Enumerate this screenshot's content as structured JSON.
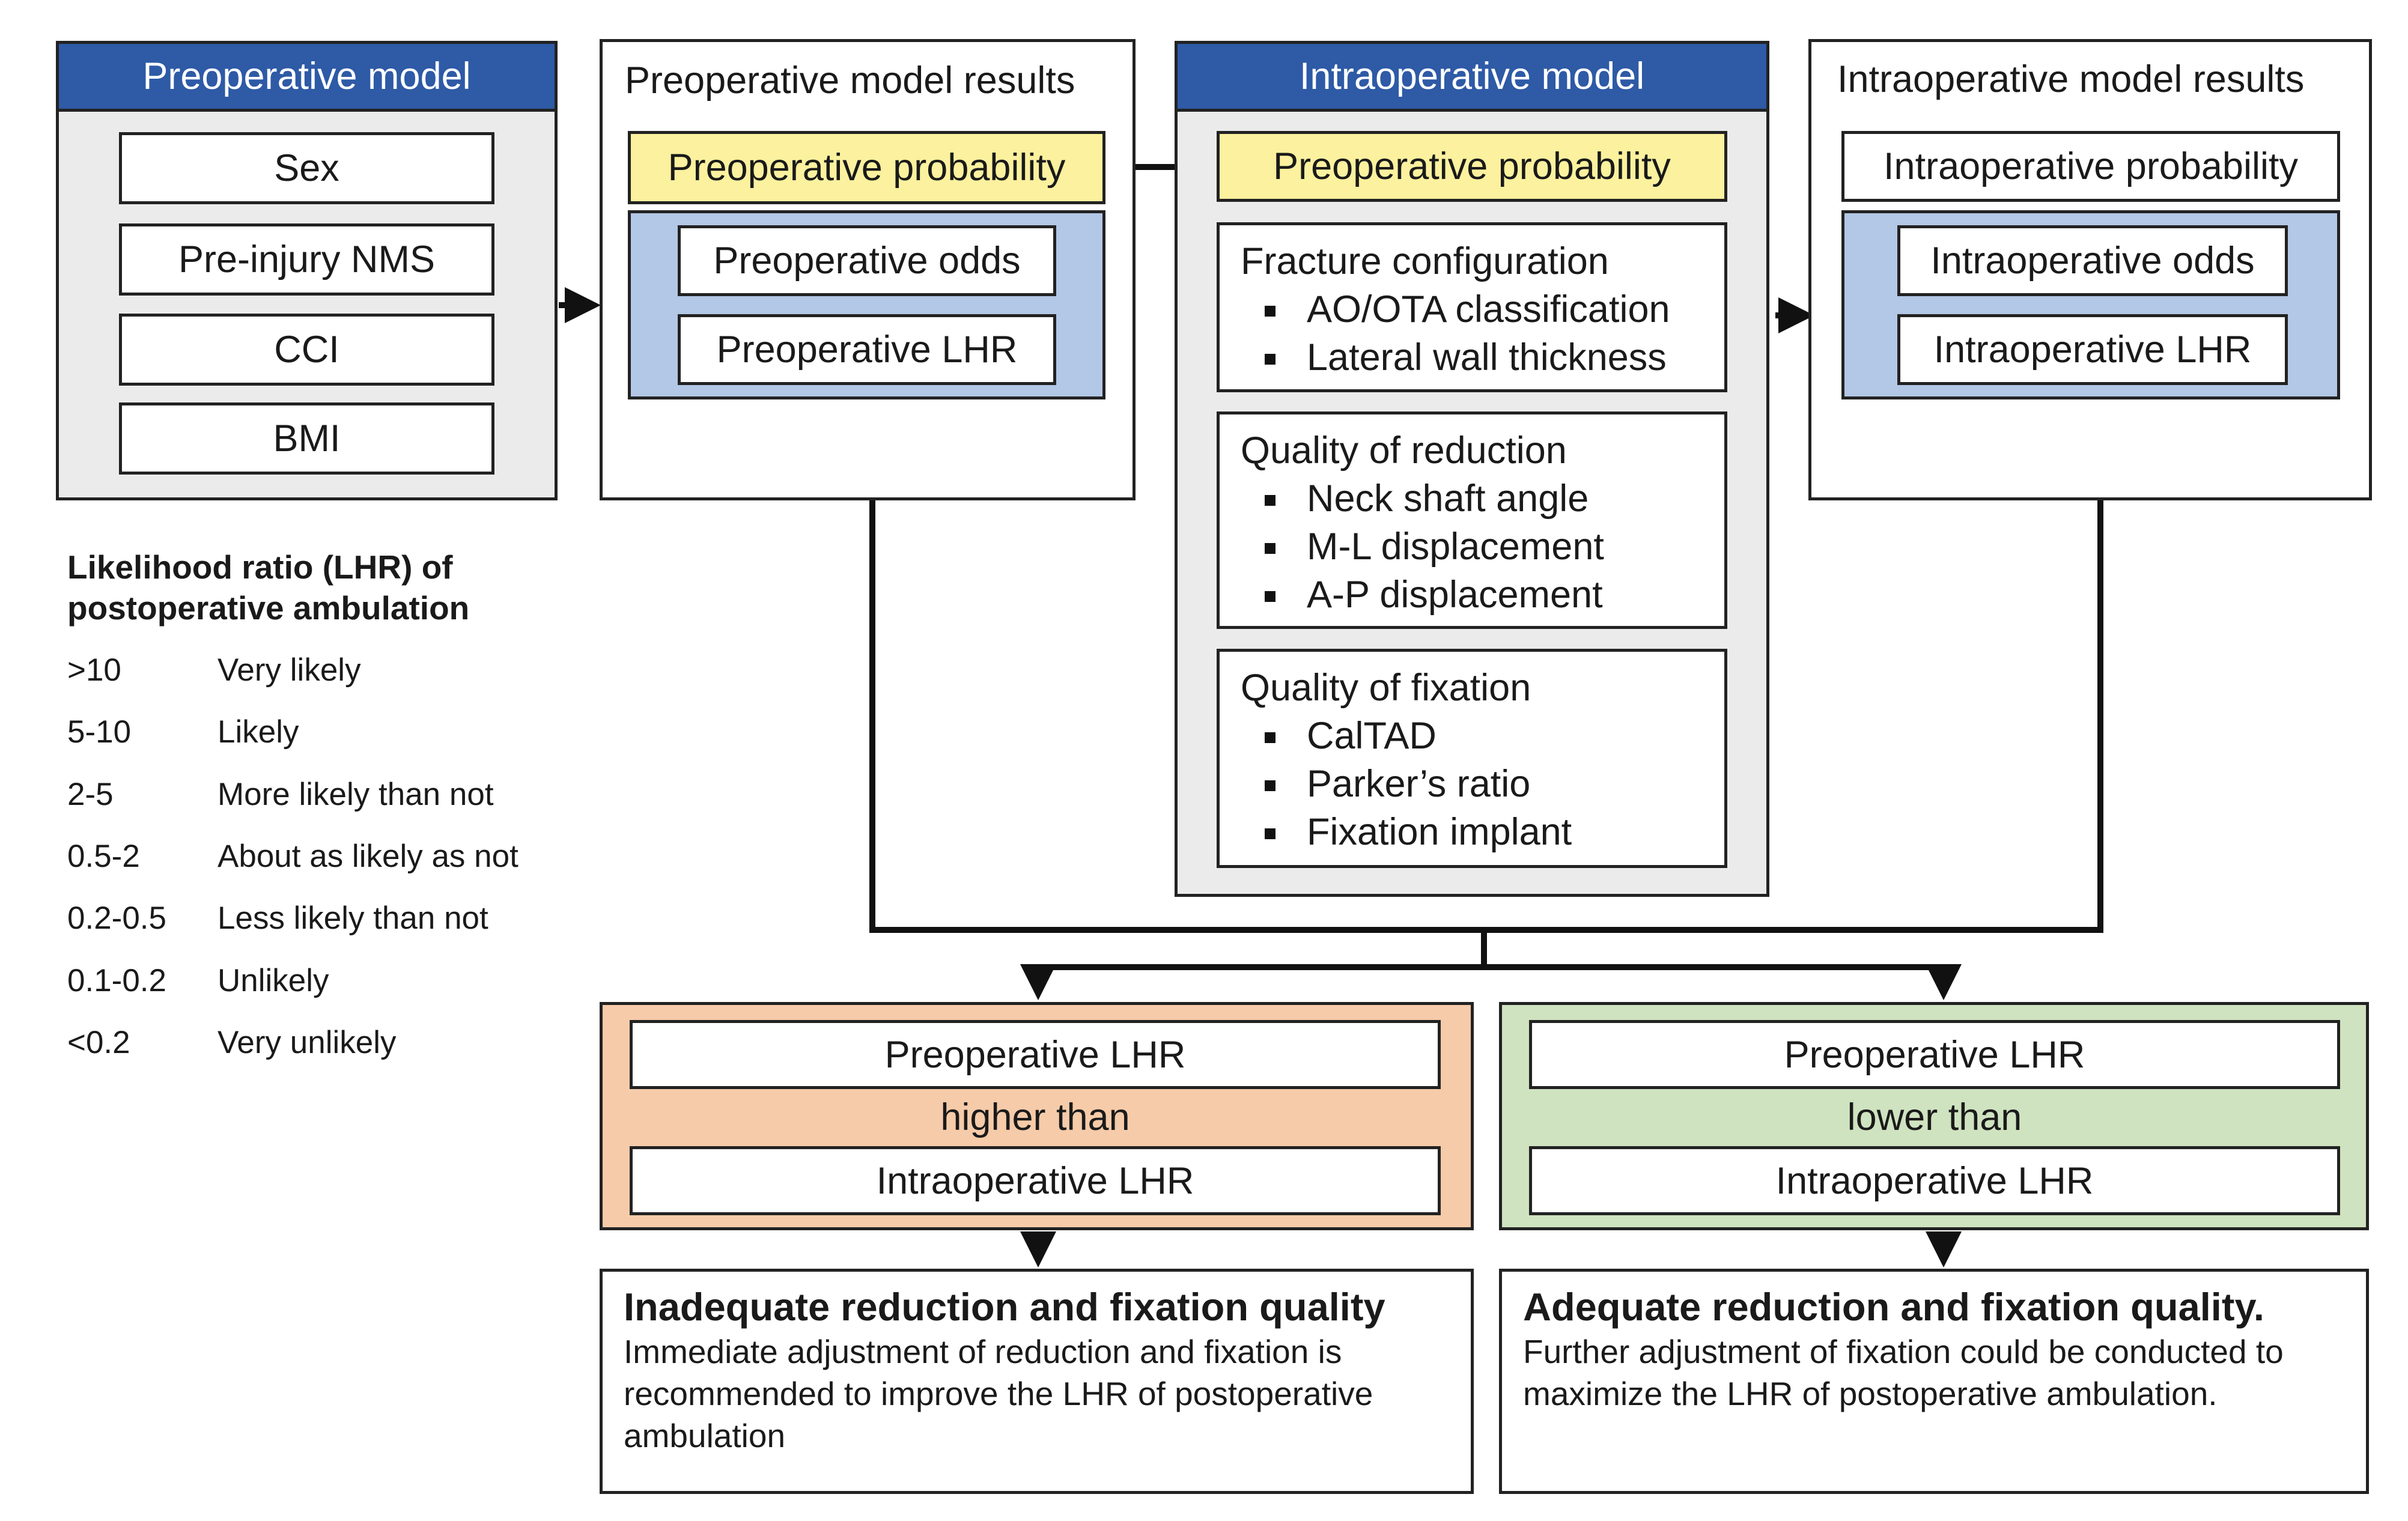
{
  "preop_model": {
    "header": "Preoperative model",
    "items": [
      "Sex",
      "Pre-injury NMS",
      "CCI",
      "BMI"
    ]
  },
  "preop_results": {
    "title": "Preoperative model results",
    "probability": "Preoperative probability",
    "odds": "Preoperative odds",
    "lhr": "Preoperative LHR"
  },
  "intraop_model": {
    "header": "Intraoperative model",
    "probability": "Preoperative probability",
    "groups": [
      {
        "title": "Fracture configuration",
        "items": [
          "AO/OTA classification",
          "Lateral wall thickness"
        ]
      },
      {
        "title": "Quality of reduction",
        "items": [
          "Neck shaft angle",
          "M-L displacement",
          "A-P displacement"
        ]
      },
      {
        "title": "Quality of fixation",
        "items": [
          "CalTAD",
          "Parker’s ratio",
          "Fixation implant"
        ]
      }
    ]
  },
  "intraop_results": {
    "title": "Intraoperative model results",
    "probability": "Intraoperative  probability",
    "odds": "Intraoperative odds",
    "lhr": "Intraoperative LHR"
  },
  "legend": {
    "title_line1": "Likelihood ratio (LHR) of",
    "title_line2": "postoperative ambulation",
    "rows": [
      {
        "range": ">10",
        "label": "Very likely"
      },
      {
        "range": "5-10",
        "label": "Likely"
      },
      {
        "range": "2-5",
        "label": "More likely than not"
      },
      {
        "range": "0.5-2",
        "label": "About as likely as not"
      },
      {
        "range": "0.2-0.5",
        "label": "Less likely than not"
      },
      {
        "range": "0.1-0.2",
        "label": "Unlikely"
      },
      {
        "range": "<0.2",
        "label": "Very unlikely"
      }
    ]
  },
  "comparison_left": {
    "top": "Preoperative LHR",
    "relation": "higher than",
    "bottom": "Intraoperative LHR"
  },
  "comparison_right": {
    "top": "Preoperative LHR",
    "relation": "lower than",
    "bottom": "Intraoperative LHR"
  },
  "conclusion_left": {
    "heading": "Inadequate reduction and fixation quality",
    "body": [
      "Immediate adjustment of reduction and fixation is",
      "recommended to improve the LHR of postoperative",
      "ambulation"
    ]
  },
  "conclusion_right": {
    "heading": "Adequate reduction and fixation quality.",
    "body": [
      "Further adjustment of fixation could be conducted to",
      "maximize the LHR of postoperative ambulation."
    ]
  },
  "colors": {
    "header_blue": "#2e5aa6",
    "yellow": "#fbf19e",
    "light_blue": "#b3c7e6",
    "gray": "#ebebeb",
    "orange": "#f6cba9",
    "green": "#cfe3c0"
  }
}
